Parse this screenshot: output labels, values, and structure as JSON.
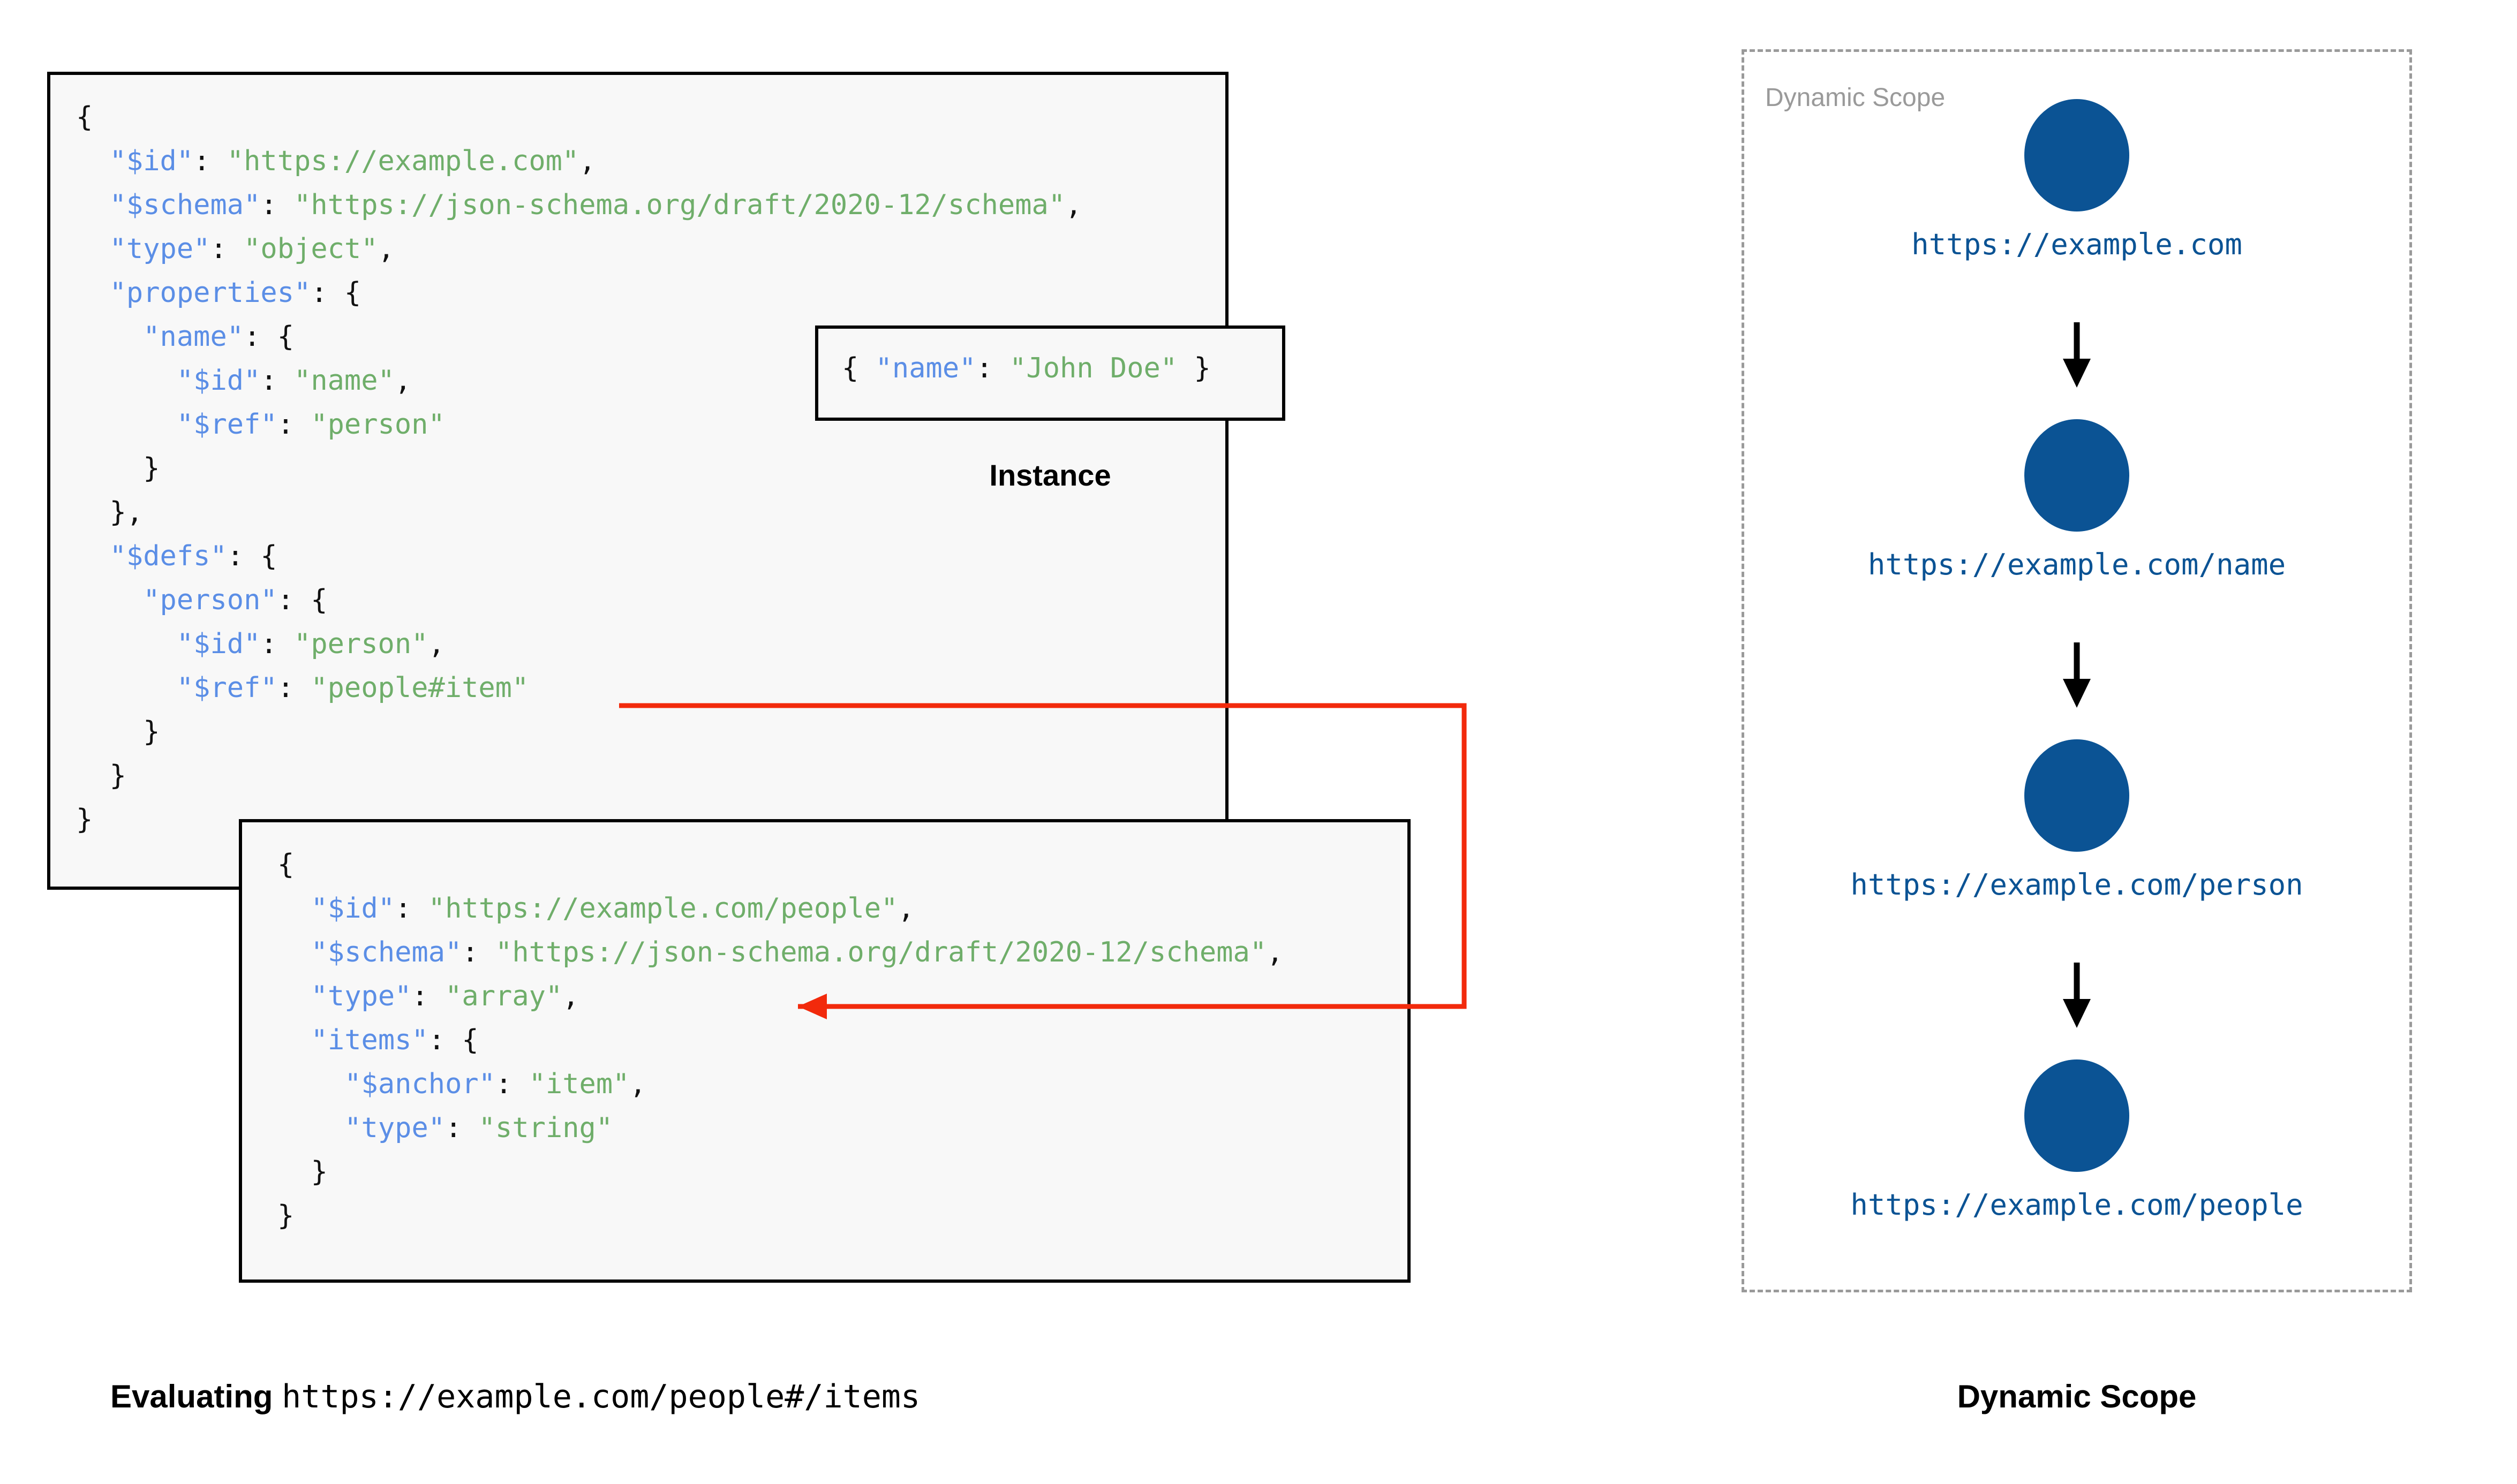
{
  "schema_root": {
    "title": "root-schema",
    "lines": [
      [
        {
          "t": "{",
          "c": "p"
        }
      ],
      [
        {
          "t": "  ",
          "c": "p"
        },
        {
          "t": "\"$id\"",
          "c": "k"
        },
        {
          "t": ": ",
          "c": "p"
        },
        {
          "t": "\"https://example.com\"",
          "c": "v"
        },
        {
          "t": ",",
          "c": "p"
        }
      ],
      [
        {
          "t": "  ",
          "c": "p"
        },
        {
          "t": "\"$schema\"",
          "c": "k"
        },
        {
          "t": ": ",
          "c": "p"
        },
        {
          "t": "\"https://json-schema.org/draft/2020-12/schema\"",
          "c": "v"
        },
        {
          "t": ",",
          "c": "p"
        }
      ],
      [
        {
          "t": "  ",
          "c": "p"
        },
        {
          "t": "\"type\"",
          "c": "k"
        },
        {
          "t": ": ",
          "c": "p"
        },
        {
          "t": "\"object\"",
          "c": "v"
        },
        {
          "t": ",",
          "c": "p"
        }
      ],
      [
        {
          "t": "  ",
          "c": "p"
        },
        {
          "t": "\"properties\"",
          "c": "k"
        },
        {
          "t": ": {",
          "c": "p"
        }
      ],
      [
        {
          "t": "    ",
          "c": "p"
        },
        {
          "t": "\"name\"",
          "c": "k"
        },
        {
          "t": ": {",
          "c": "p"
        }
      ],
      [
        {
          "t": "      ",
          "c": "p"
        },
        {
          "t": "\"$id\"",
          "c": "k"
        },
        {
          "t": ": ",
          "c": "p"
        },
        {
          "t": "\"name\"",
          "c": "v"
        },
        {
          "t": ",",
          "c": "p"
        }
      ],
      [
        {
          "t": "      ",
          "c": "p"
        },
        {
          "t": "\"$ref\"",
          "c": "k"
        },
        {
          "t": ": ",
          "c": "p"
        },
        {
          "t": "\"person\"",
          "c": "v"
        }
      ],
      [
        {
          "t": "    }",
          "c": "p"
        }
      ],
      [
        {
          "t": "  },",
          "c": "p"
        }
      ],
      [
        {
          "t": "  ",
          "c": "p"
        },
        {
          "t": "\"$defs\"",
          "c": "k"
        },
        {
          "t": ": {",
          "c": "p"
        }
      ],
      [
        {
          "t": "    ",
          "c": "p"
        },
        {
          "t": "\"person\"",
          "c": "k"
        },
        {
          "t": ": {",
          "c": "p"
        }
      ],
      [
        {
          "t": "      ",
          "c": "p"
        },
        {
          "t": "\"$id\"",
          "c": "k"
        },
        {
          "t": ": ",
          "c": "p"
        },
        {
          "t": "\"person\"",
          "c": "v"
        },
        {
          "t": ",",
          "c": "p"
        }
      ],
      [
        {
          "t": "      ",
          "c": "p"
        },
        {
          "t": "\"$ref\"",
          "c": "k"
        },
        {
          "t": ": ",
          "c": "p"
        },
        {
          "t": "\"people#item\"",
          "c": "v"
        }
      ],
      [
        {
          "t": "    }",
          "c": "p"
        }
      ],
      [
        {
          "t": "  }",
          "c": "p"
        }
      ],
      [
        {
          "t": "}",
          "c": "p"
        }
      ]
    ]
  },
  "instance": {
    "label": "Instance",
    "lines": [
      [
        {
          "t": "{ ",
          "c": "p"
        },
        {
          "t": "\"name\"",
          "c": "k"
        },
        {
          "t": ": ",
          "c": "p"
        },
        {
          "t": "\"John Doe\"",
          "c": "v"
        },
        {
          "t": " }",
          "c": "p"
        }
      ]
    ]
  },
  "schema_people": {
    "title": "people-schema",
    "lines": [
      [
        {
          "t": "{",
          "c": "p"
        }
      ],
      [
        {
          "t": "  ",
          "c": "p"
        },
        {
          "t": "\"$id\"",
          "c": "k"
        },
        {
          "t": ": ",
          "c": "p"
        },
        {
          "t": "\"https://example.com/people\"",
          "c": "v"
        },
        {
          "t": ",",
          "c": "p"
        }
      ],
      [
        {
          "t": "  ",
          "c": "p"
        },
        {
          "t": "\"$schema\"",
          "c": "k"
        },
        {
          "t": ": ",
          "c": "p"
        },
        {
          "t": "\"https://json-schema.org/draft/2020-12/schema\"",
          "c": "v"
        },
        {
          "t": ",",
          "c": "p"
        }
      ],
      [
        {
          "t": "  ",
          "c": "p"
        },
        {
          "t": "\"type\"",
          "c": "k"
        },
        {
          "t": ": ",
          "c": "p"
        },
        {
          "t": "\"array\"",
          "c": "v"
        },
        {
          "t": ",",
          "c": "p"
        }
      ],
      [
        {
          "t": "  ",
          "c": "p"
        },
        {
          "t": "\"items\"",
          "c": "k"
        },
        {
          "t": ": {",
          "c": "p"
        }
      ],
      [
        {
          "t": "    ",
          "c": "p"
        },
        {
          "t": "\"$anchor\"",
          "c": "k"
        },
        {
          "t": ": ",
          "c": "p"
        },
        {
          "t": "\"item\"",
          "c": "v"
        },
        {
          "t": ",",
          "c": "p"
        }
      ],
      [
        {
          "t": "    ",
          "c": "p"
        },
        {
          "t": "\"type\"",
          "c": "k"
        },
        {
          "t": ": ",
          "c": "p"
        },
        {
          "t": "\"string\"",
          "c": "v"
        }
      ],
      [
        {
          "t": "  }",
          "c": "p"
        }
      ],
      [
        {
          "t": "}",
          "c": "p"
        }
      ]
    ]
  },
  "ref_arrow": {
    "color": "#f22a0c",
    "from": "\"people#item\"",
    "to": "\"$anchor\": \"item\""
  },
  "dynamic_scope": {
    "inner_label": "Dynamic Scope",
    "border_color": "#9a9a9a",
    "node_color": "#0b5394",
    "nodes": [
      {
        "url": "https://example.com"
      },
      {
        "url": "https://example.com/name"
      },
      {
        "url": "https://example.com/person"
      },
      {
        "url": "https://example.com/people"
      }
    ]
  },
  "captions": {
    "left_bold": "Evaluating",
    "left_mono": "https://example.com/people#/items",
    "right": "Dynamic Scope"
  },
  "colors": {
    "json_key": "#5b8ee6",
    "json_value": "#6fae6a",
    "box_border": "#000000",
    "box_fill": "#f8f8f8",
    "ref_arrow": "#f22a0c",
    "scope_node": "#0b5394",
    "scope_border": "#9a9a9a"
  }
}
